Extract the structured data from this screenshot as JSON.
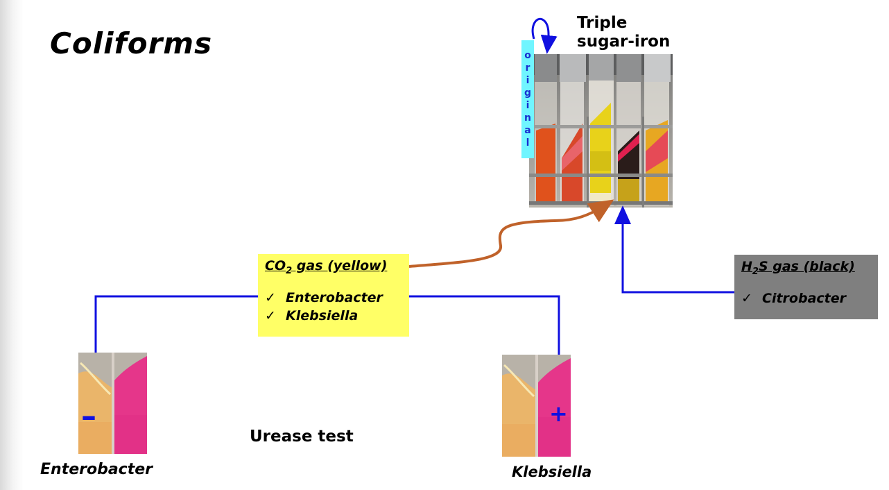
{
  "slide": {
    "title": "Coliforms",
    "tsi": {
      "label_line1": "Triple",
      "label_line2": "sugar-iron",
      "original_letters": [
        "o",
        "r",
        "i",
        "g",
        "i",
        "n",
        "a",
        "l"
      ]
    },
    "co2_box": {
      "heading_pre": "CO",
      "heading_sub": "2",
      "heading_post": " gas (yellow)",
      "items": [
        "Enterobacter",
        "Klebsiella"
      ],
      "checkmark": "✓"
    },
    "h2s_box": {
      "heading_pre": "H",
      "heading_sub": "2",
      "heading_post": "S gas (black)",
      "items": [
        "Citrobacter"
      ],
      "checkmark": "✓"
    },
    "urease_label": "Urease test",
    "enterobacter_label": "Enterobacter",
    "klebsiella_label": "Klebsiella",
    "minus_sign": "–",
    "plus_sign": "+"
  },
  "colors": {
    "arrow_blue": "#1010e0",
    "arrow_brown": "#c0622a",
    "co2_box": "#ffff66",
    "h2s_box": "#7f7f7f",
    "original_box": "#70f5ff"
  }
}
